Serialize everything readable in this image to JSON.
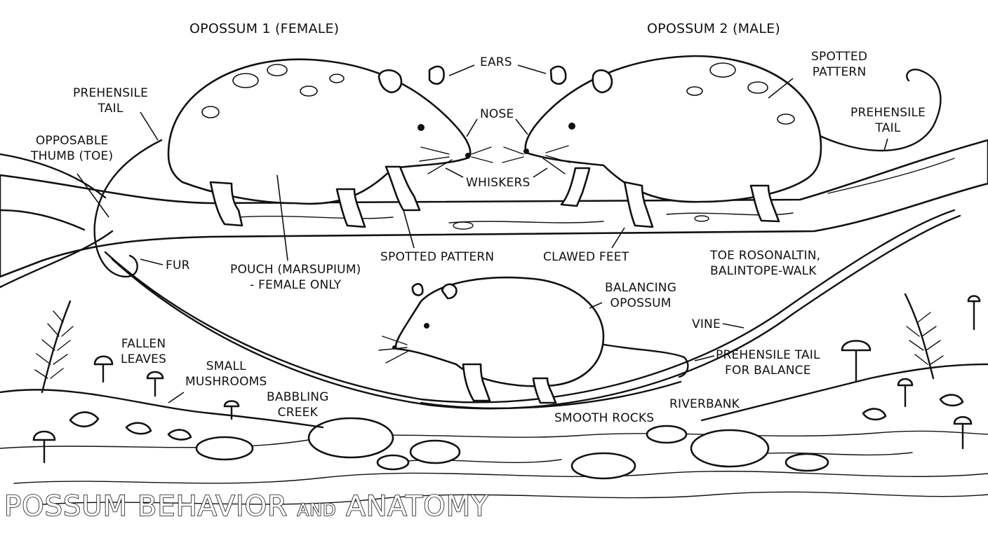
{
  "title": {
    "part1": "POSSUM BEHAVIOR",
    "part2": "AND",
    "part3": "ANATOMY"
  },
  "headings": {
    "opossum1": "OPOSSUM 1 (FEMALE)",
    "opossum2": "OPOSSUM 2 (MALE)"
  },
  "labels": {
    "ears": "EARS",
    "nose": "NOSE",
    "whiskers": "WHISKERS",
    "prehensile_tail_left": [
      "PREHENSILE",
      "TAIL"
    ],
    "opposable_thumb": [
      "OPPOSABLE",
      "THUMB (TOE)"
    ],
    "fur": "FUR",
    "pouch": [
      "POUCH (MARSUPIUM)",
      "- FEMALE ONLY"
    ],
    "spotted_pattern_mid": "SPOTTED PATTERN",
    "clawed_feet": "CLAWED FEET",
    "spotted_pattern_right": [
      "SPOTTED",
      "PATTERN"
    ],
    "prehensile_tail_right": [
      "PREHENSILE",
      "TAIL"
    ],
    "toe_rosonaltin": [
      "TOE ROSONALTIN,",
      "BALINTOPE-WALK"
    ],
    "balancing_opossum": [
      "BALANCING",
      "OPOSSUM"
    ],
    "vine": "VINE",
    "prehensile_tail_balance": [
      "PREHENSILE TAIL",
      "FOR BALANCE"
    ],
    "fallen_leaves": [
      "FALLEN",
      "LEAVES"
    ],
    "small_mushrooms": [
      "SMALL",
      "MUSHROOMS"
    ],
    "babbling_creek": [
      "BABBLING",
      "CREEK"
    ],
    "smooth_rocks": "SMOOTH ROCKS",
    "riverbank": "RIVERBANK"
  }
}
